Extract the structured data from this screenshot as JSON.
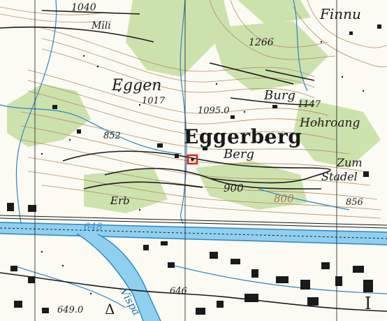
{
  "map": {
    "colors": {
      "paper": "#fbfaf3",
      "forest": "#c8e0a6",
      "contour": "#b07a4a",
      "water": "#8fd0f0",
      "river_line": "#2a86c8",
      "road": "#1a1a1a",
      "marker": "#e0201c"
    },
    "labels": {
      "eggerberg": "Eggerberg",
      "eggen": "Eggen",
      "berg": "Berg",
      "burg": "Burg",
      "hohroang": "Hohroang",
      "zum": "Zum",
      "stadel": "Stadel",
      "finnu": "Finnu",
      "mili": "Mili",
      "erb": "Erb",
      "vispa": "Vispa",
      "e1040": "1040",
      "e1266": "1266",
      "e1017": "1017",
      "e1095": "1095.0",
      "e1147": "1147",
      "e852": "852",
      "e900": "900",
      "e800": "800",
      "e856": "856",
      "e648": "648",
      "e646": "646",
      "e6490": "649.0",
      "delta": "Δ",
      "letter_i": "I"
    },
    "marker_icon": "location-marker-icon"
  }
}
